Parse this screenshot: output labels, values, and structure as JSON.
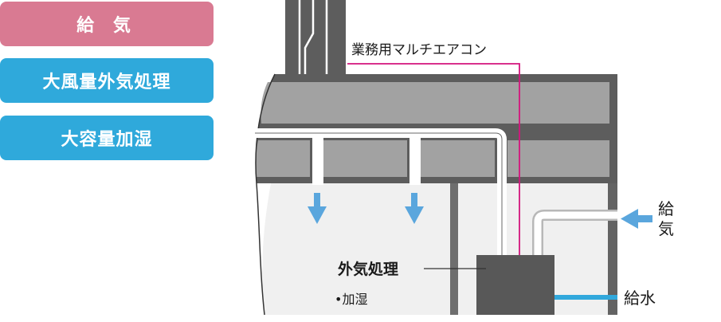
{
  "tags": [
    {
      "label": "給 気",
      "color": "#d97a92"
    },
    {
      "label": "大風量外気処理",
      "color": "#2fa9db"
    },
    {
      "label": "大容量加湿",
      "color": "#2fa9db"
    }
  ],
  "labels": {
    "aircon": "業務用マルチエアコン",
    "unit_name": "外気処理",
    "unit_sub": "•加湿",
    "supply_air_char1": "給",
    "supply_air_char2": "気",
    "water_supply": "給水"
  },
  "colors": {
    "pink_line": "#d4147d",
    "blue_arrow": "#5aa6dd",
    "water_pipe": "#31a8dc"
  }
}
